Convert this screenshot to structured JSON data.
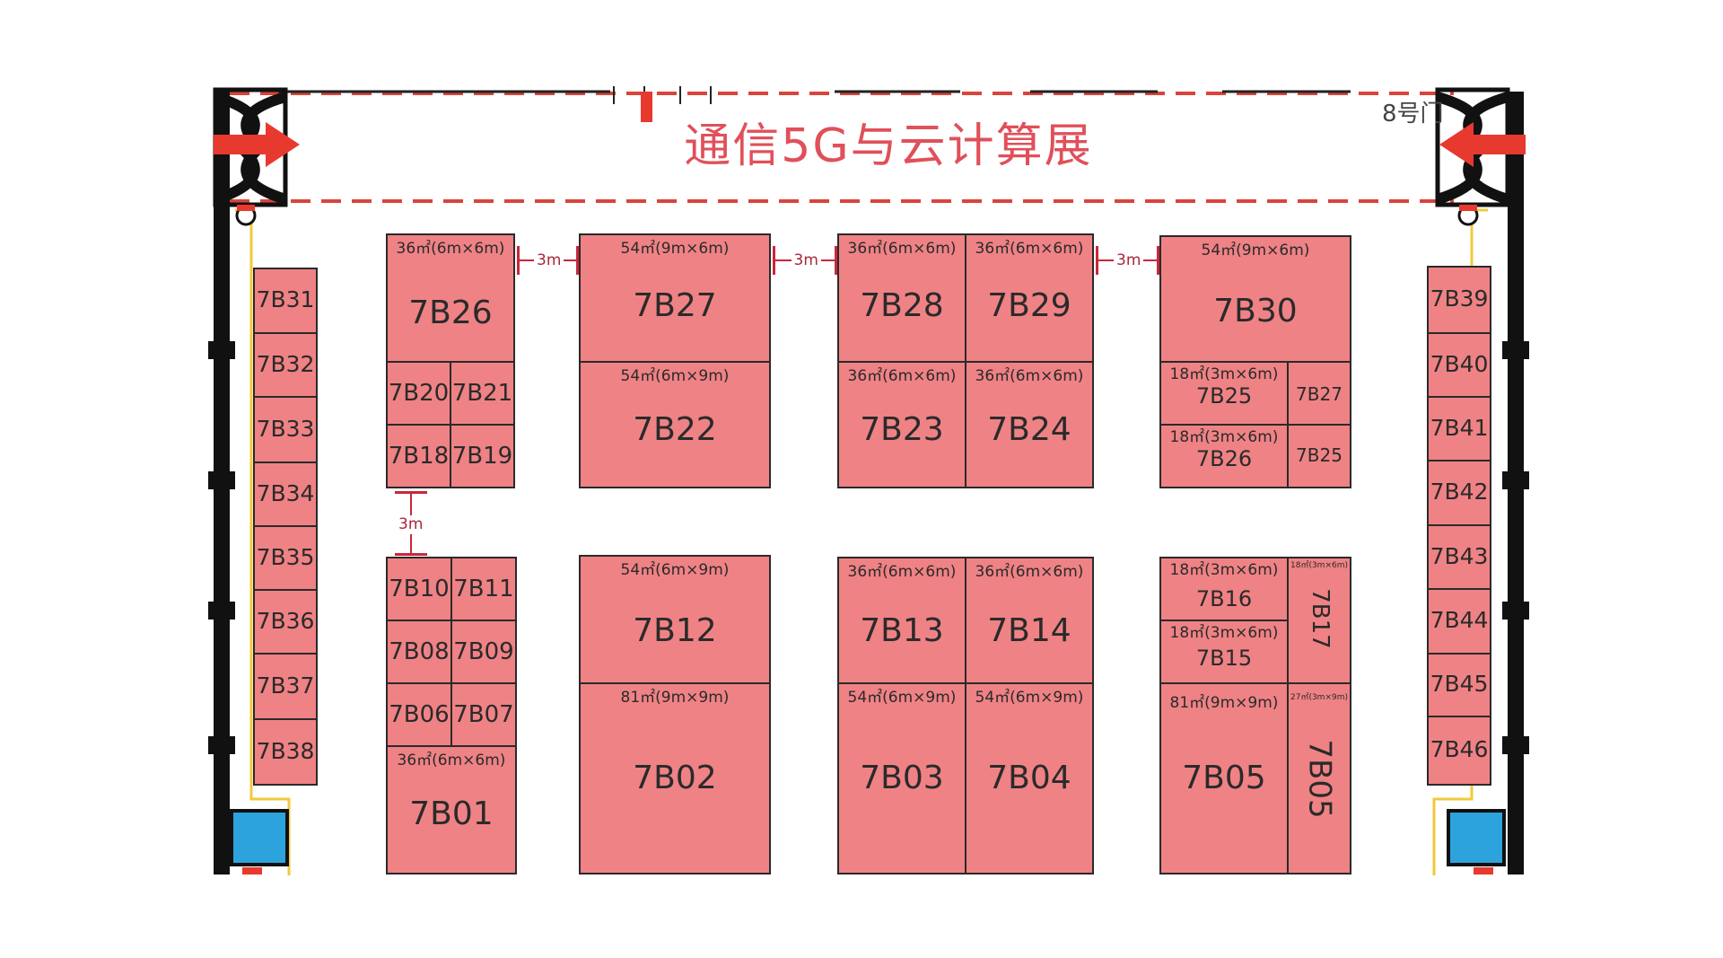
{
  "title": "通信5G与云计算展",
  "door_label": "8号门",
  "spacing_label": "3m",
  "colors": {
    "booth_fill": "#ef8285",
    "booth_border": "#2a2a2a",
    "accent_red": "#e8392f",
    "dashed_red": "#d9443b",
    "wall_yellow": "#f1ca3c",
    "wall_black": "#111111",
    "door_blue": "#2da3dd",
    "dimension": "#c8283a"
  },
  "left_column": [
    "7B31",
    "7B32",
    "7B33",
    "7B34",
    "7B35",
    "7B36",
    "7B37",
    "7B38"
  ],
  "right_column": [
    "7B39",
    "7B40",
    "7B41",
    "7B42",
    "7B43",
    "7B44",
    "7B45",
    "7B46"
  ],
  "booths": {
    "b7B26": {
      "code": "7B26",
      "size": "36㎡(6m×6m)"
    },
    "b7B20": {
      "code": "7B20"
    },
    "b7B21": {
      "code": "7B21"
    },
    "b7B18": {
      "code": "7B18"
    },
    "b7B19": {
      "code": "7B19"
    },
    "b7B27": {
      "code": "7B27",
      "size": "54㎡(9m×6m)"
    },
    "b7B22": {
      "code": "7B22",
      "size": "54㎡(6m×9m)"
    },
    "b7B28": {
      "code": "7B28",
      "size": "36㎡(6m×6m)"
    },
    "b7B29": {
      "code": "7B29",
      "size": "36㎡(6m×6m)"
    },
    "b7B23": {
      "code": "7B23",
      "size": "36㎡(6m×6m)"
    },
    "b7B24": {
      "code": "7B24",
      "size": "36㎡(6m×6m)"
    },
    "b7B30": {
      "code": "7B30",
      "size": "54㎡(9m×6m)"
    },
    "b7B25a": {
      "code": "7B25",
      "size": "18㎡(3m×6m)"
    },
    "b7B27s": {
      "code": "7B27"
    },
    "b7B26a": {
      "code": "7B26",
      "size": "18㎡(3m×6m)"
    },
    "b7B25s": {
      "code": "7B25"
    },
    "b7B10": {
      "code": "7B10"
    },
    "b7B11": {
      "code": "7B11"
    },
    "b7B08": {
      "code": "7B08"
    },
    "b7B09": {
      "code": "7B09"
    },
    "b7B06": {
      "code": "7B06"
    },
    "b7B07": {
      "code": "7B07"
    },
    "b7B01": {
      "code": "7B01",
      "size": "36㎡(6m×6m)"
    },
    "b7B12": {
      "code": "7B12",
      "size": "54㎡(6m×9m)"
    },
    "b7B02": {
      "code": "7B02",
      "size": "81㎡(9m×9m)"
    },
    "b7B13": {
      "code": "7B13",
      "size": "36㎡(6m×6m)"
    },
    "b7B14": {
      "code": "7B14",
      "size": "36㎡(6m×6m)"
    },
    "b7B03": {
      "code": "7B03",
      "size": "54㎡(6m×9m)"
    },
    "b7B04": {
      "code": "7B04",
      "size": "54㎡(6m×9m)"
    },
    "b7B16": {
      "code": "7B16",
      "size": "18㎡(3m×6m)"
    },
    "b7B15": {
      "code": "7B15",
      "size": "18㎡(3m×6m)"
    },
    "b7B17": {
      "code": "7B17",
      "size": "18㎡(3m×6m)"
    },
    "b7B05": {
      "code": "7B05",
      "size": "81㎡(9m×9m)"
    },
    "b7B05v": {
      "code": "7B05",
      "size": "27㎡(3m×9m)"
    }
  }
}
